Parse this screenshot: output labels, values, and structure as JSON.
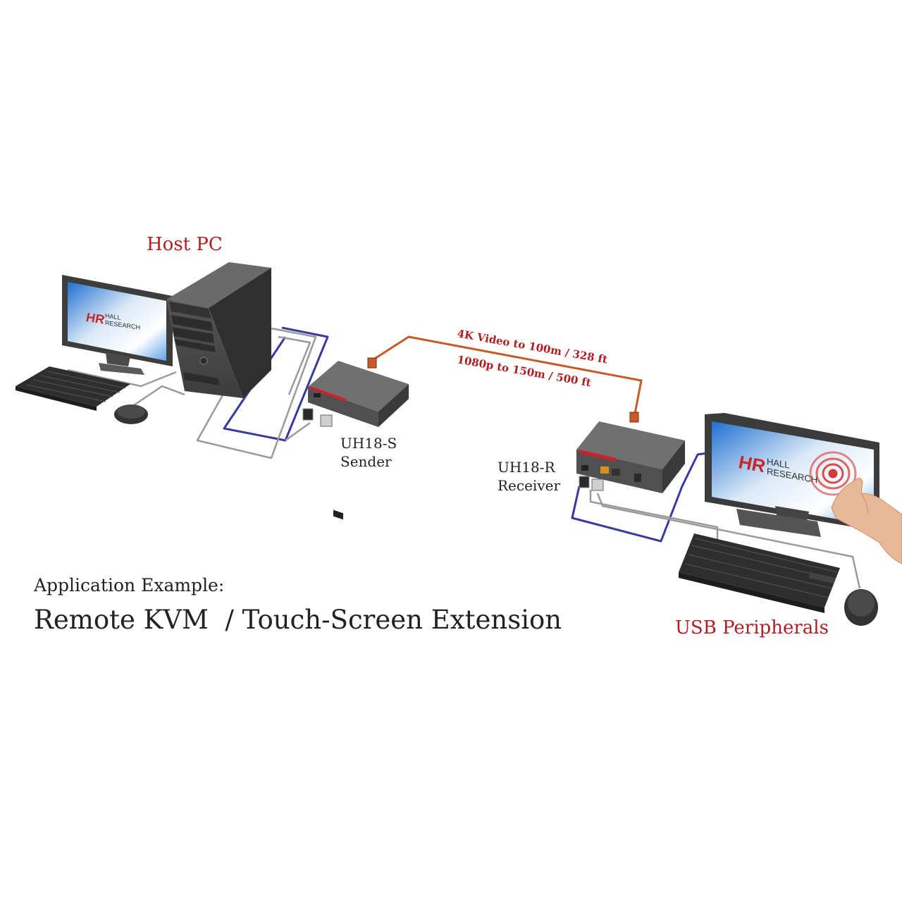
{
  "labels": {
    "host_pc": "Host PC",
    "usb_peripherals": "USB Peripherals",
    "sender_model": "UH18-S",
    "sender_role": "Sender",
    "receiver_model": "UH18-R",
    "receiver_role": "Receiver",
    "application_heading": "Application Example:",
    "application_title": "Remote KVM  / Touch-Screen Extension"
  },
  "cable": {
    "line1": "4K Video to 100m / 328 ft",
    "line2": "1080p  to 150m / 500 ft"
  },
  "logo": {
    "mark": "HR",
    "line1": "HALL",
    "line2": "RESEARCH"
  },
  "colors": {
    "label_red": "#b01e23",
    "catx_cable": "#c65a2a",
    "usb_cable": "#3a3a9e",
    "gray_cable": "#9a9a9a",
    "device_body": "#5a5a5a",
    "screen_blue": "#2a7fd4"
  }
}
